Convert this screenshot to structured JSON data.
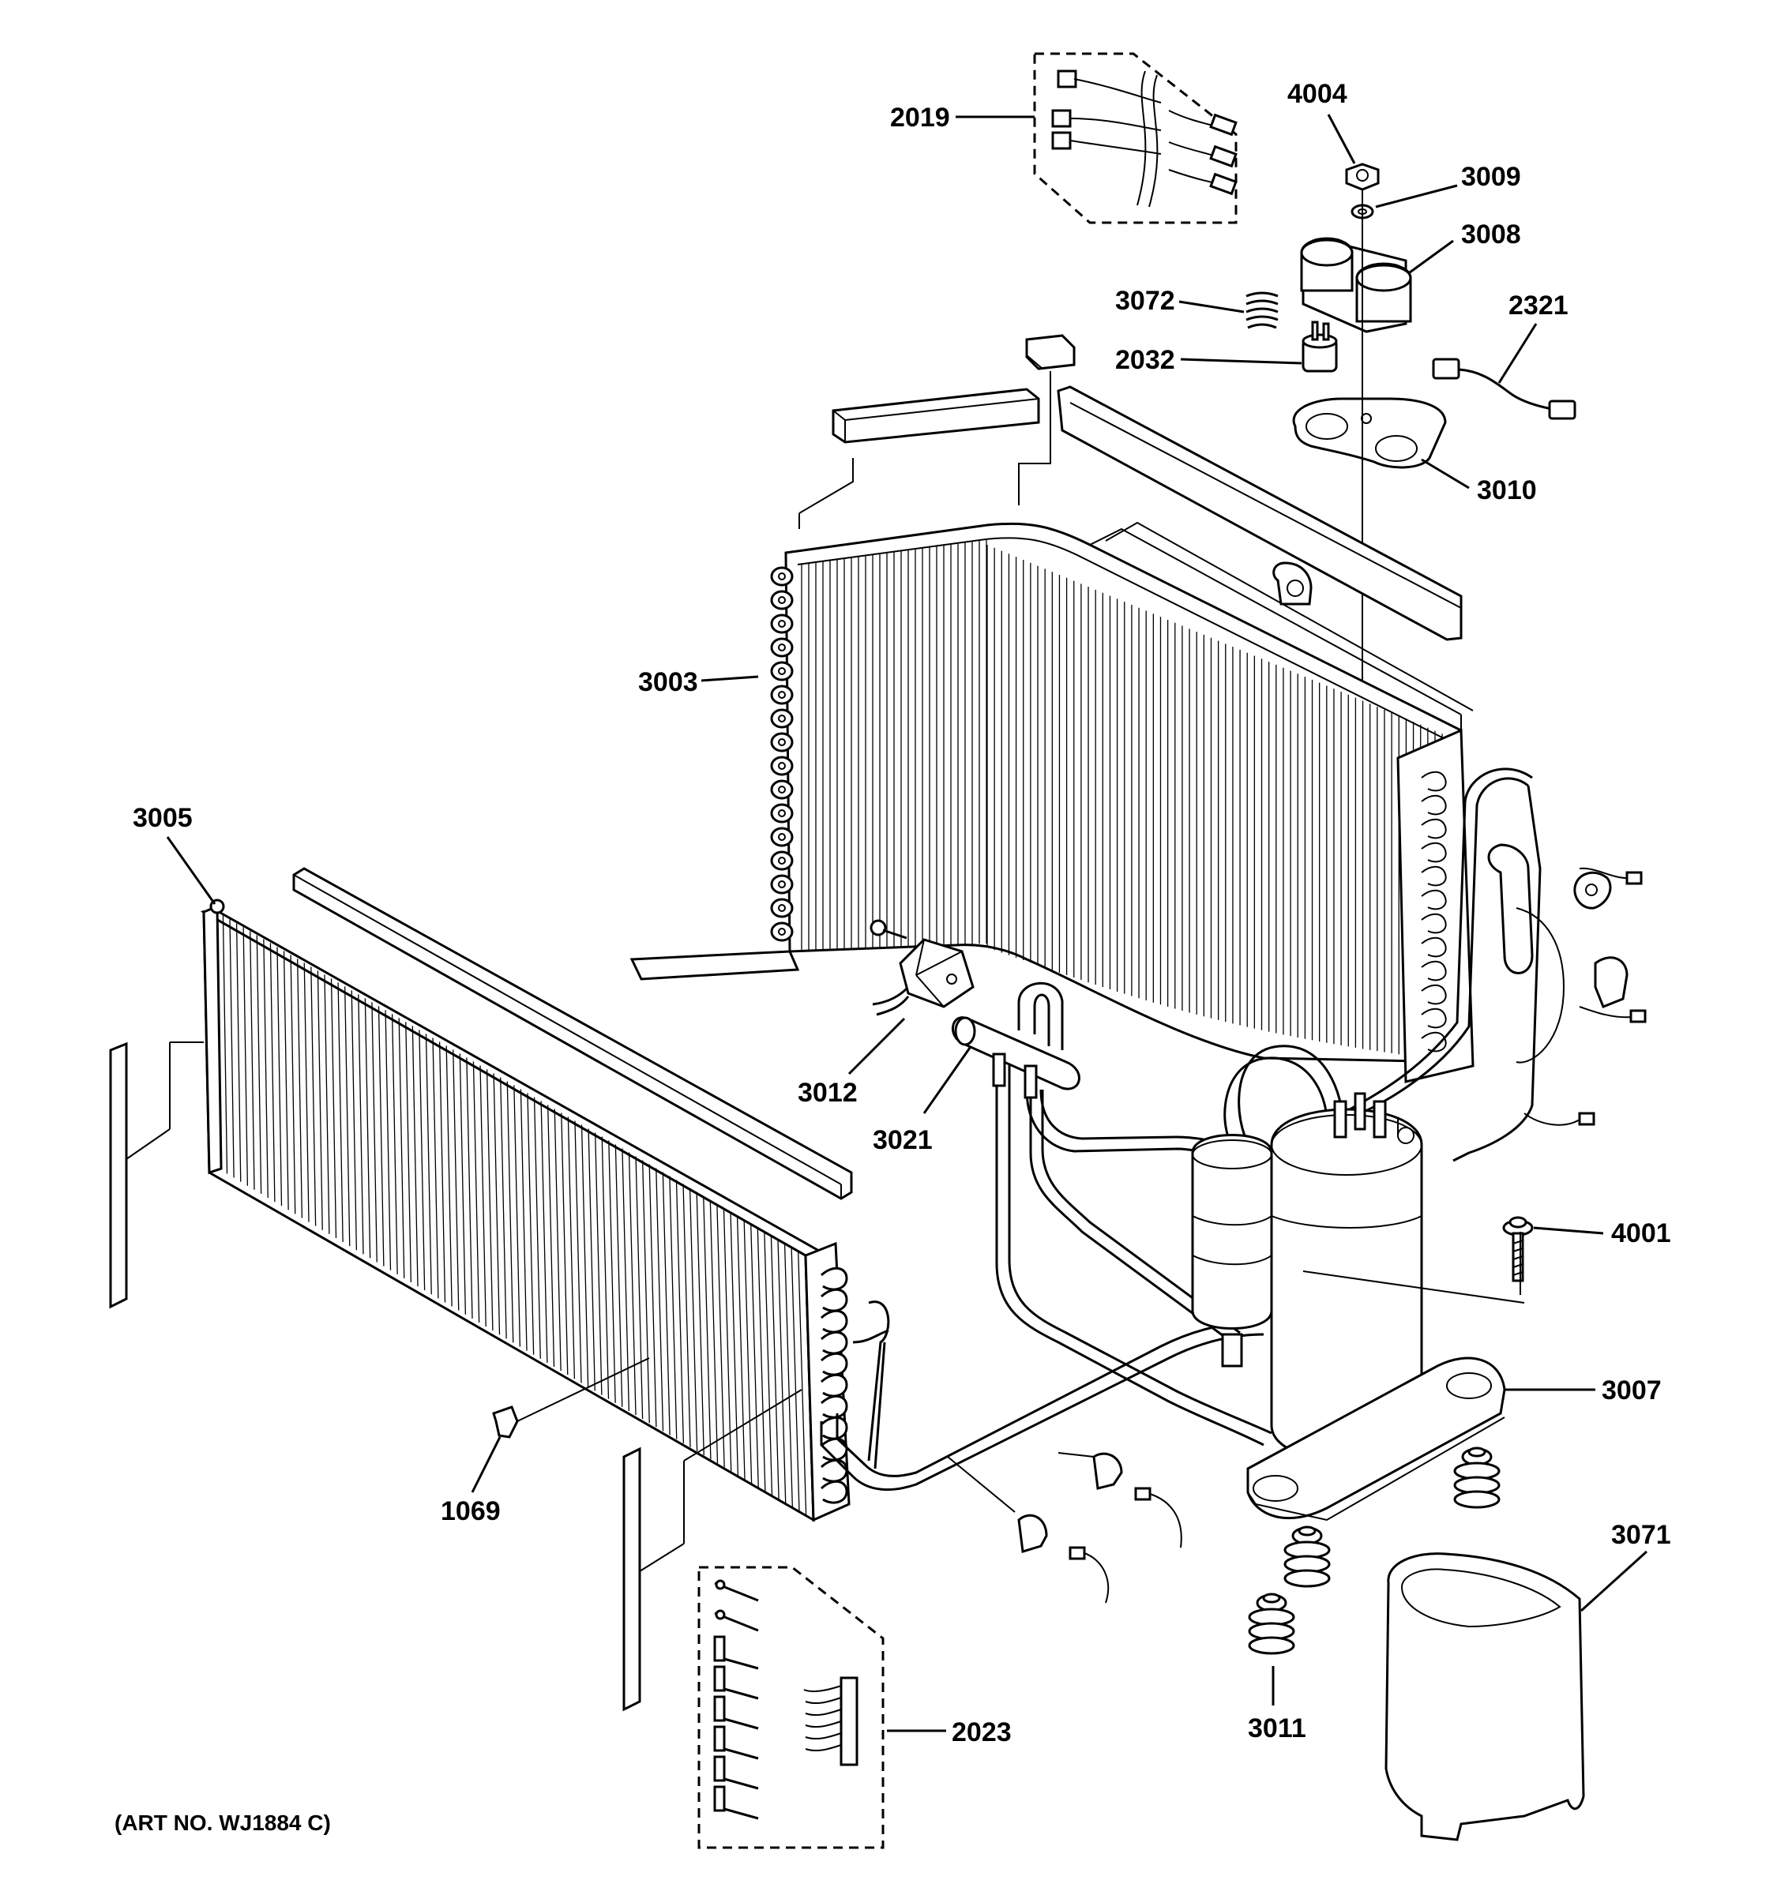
{
  "diagram": {
    "art_number": "(ART NO. WJ1884 C)",
    "parts": [
      {
        "id": "2019",
        "label": "2019"
      },
      {
        "id": "4004",
        "label": "4004"
      },
      {
        "id": "3009",
        "label": "3009"
      },
      {
        "id": "3008",
        "label": "3008"
      },
      {
        "id": "3072",
        "label": "3072"
      },
      {
        "id": "2321",
        "label": "2321"
      },
      {
        "id": "2032",
        "label": "2032"
      },
      {
        "id": "3010",
        "label": "3010"
      },
      {
        "id": "3003",
        "label": "3003"
      },
      {
        "id": "3005",
        "label": "3005"
      },
      {
        "id": "3012",
        "label": "3012"
      },
      {
        "id": "3021",
        "label": "3021"
      },
      {
        "id": "4001",
        "label": "4001"
      },
      {
        "id": "3007",
        "label": "3007"
      },
      {
        "id": "1069",
        "label": "1069"
      },
      {
        "id": "3071",
        "label": "3071"
      },
      {
        "id": "3011",
        "label": "3011"
      },
      {
        "id": "2023",
        "label": "2023"
      }
    ]
  }
}
